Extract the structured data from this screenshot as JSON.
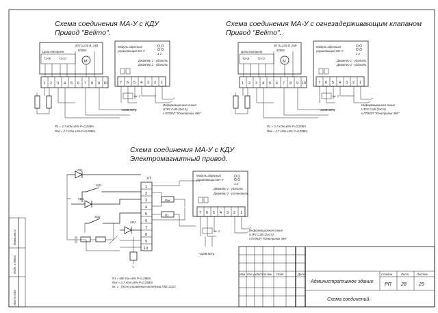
{
  "diagrams": [
    {
      "title_line1": "Схема соединения МА-У с КДУ",
      "title_line2": "Привод \"Belimo\".",
      "power": "50 Гц,220 В, 24В",
      "power_w": "8/3Вт",
      "control_label": "Цепи контроля",
      "sw_left": "T1<K",
      "sw_right": "T1<O",
      "motor": "M",
      "module_line1": "Модуль адресный",
      "module_line2": "управляющий МА-У",
      "jumper1": "Джампер 1 - удалить",
      "jumper2": "Джампер 2 - удалить",
      "jumper_pins": "1  2",
      "k1": "кн. 1",
      "mains": "~220В,50Гц",
      "info_line1": "Информационная линия",
      "info_line2": "UTP1 Cat5 (2x0.5)",
      "info_line3": "к ППКОП \"Юнитроник 496\"",
      "terminals_left": [
        "1",
        "2",
        "3",
        "4",
        "5",
        "6",
        "7",
        "8",
        "9",
        "10"
      ],
      "terminals_module": [
        "7",
        "6",
        "5",
        "4",
        "3",
        "2",
        "1"
      ],
      "note1": "R1 = 2,7 кОм ±5%  P=0,25Вт.",
      "note2": "Rок = 2,7 кОм ±5%  P=0,25Вт."
    },
    {
      "title_line1": "Схема соединения МА-У с огнезадерживающим клапаном",
      "title_line2": "Привод \"Belimo\".",
      "power": "50 Гц,220 В, 24В",
      "power_w": "8/3Вт",
      "control_label": "Цепи контроля",
      "sw_left": "T1<K",
      "sw_right": "T1<O",
      "motor": "M",
      "module_line1": "Модуль адресный",
      "module_line2": "управляющий МА-У",
      "jumper1": "Джампер 1 - удалить",
      "jumper2": "Джампер 2 - удалить",
      "jumper_pins": "1  2",
      "k1": "кн. 1",
      "mains": "~220В,50Гц",
      "info_line1": "Информационная линия",
      "info_line2": "UTP1 Cat5 (2x0.5)",
      "info_line3": "к ППКОП \"Юнитроник 496\"",
      "terminals_left": [
        "1",
        "2",
        "3",
        "4",
        "5",
        "6",
        "7",
        "8",
        "9",
        "10"
      ],
      "terminals_module": [
        "7",
        "6",
        "5",
        "4",
        "3",
        "2",
        "1"
      ],
      "note1": "R1 = 2,7 кОм ±5%  P=0,25Вт.",
      "note2": "Rок = 2,7 кОм ±5%  P=0,25Вт."
    }
  ],
  "diagram3": {
    "title_line1": "Схема соединения МА-У с КДУ",
    "title_line2": "Электромагнитный привод.",
    "xt": "XT",
    "terminals": [
      "1",
      "2",
      "3",
      "4",
      "5",
      "6",
      "7",
      "8",
      "9",
      "10"
    ],
    "vd2": "VD2",
    "vd1": "VD1",
    "vd3": "VD3",
    "sq1": "SQ1",
    "sq2": "SQ2",
    "r1": "R1",
    "rok": "Rок",
    "y": "Y",
    "module_line1": "Модуль адресный",
    "module_line2": "управляющий МА-У",
    "jumper1": "Джампер 1 - удалить",
    "jumper2": "Джампер 2 - установить",
    "jumper_pins": "1  2",
    "terminals_module": [
      "7",
      "6",
      "5",
      "4",
      "3",
      "2",
      "1"
    ],
    "k1": "кн. 1",
    "mains": "~220В,50Гц",
    "info_line1": "Информационная линия",
    "info_line2": "UTP1 Cat5 (2x0.5)",
    "info_line3": "к ППКОП \"Юнитроник 496\"",
    "note1": "R1 = 680 Ом ±5%  P=0,25Вт.",
    "note2": "Rок = 2,7 кОм ±5%  P=0,25Вт.",
    "note3": "кн. 1 - Пост управления кнопочный ПКЕ 212/1"
  },
  "side_stamp": [
    "Взам.инв.N",
    "Подп. и дата",
    "Инв.N подл."
  ],
  "title_block": {
    "headers": [
      "Изм.",
      "Кол.уч",
      "Лист",
      "N док.",
      "Подп.",
      "Дата"
    ],
    "stage_label": "Стадия",
    "sheet_label": "Лист",
    "sheets_label": "Листов",
    "stage": "РП",
    "sheet": "28",
    "sheets": "29",
    "building": "Административное здание",
    "doc_name": "Схема соединений."
  }
}
